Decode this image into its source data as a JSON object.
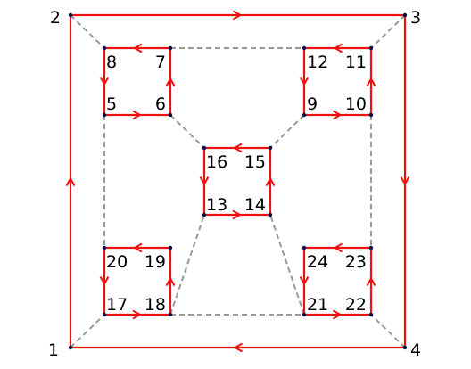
{
  "diagram": {
    "colors": {
      "directed_edge": "#ee1111",
      "dashed_edge": "#999999",
      "vertex": "#0b0b4a",
      "label": "#000000"
    },
    "vertices": [
      {
        "id": "1",
        "label": "1"
      },
      {
        "id": "2",
        "label": "2"
      },
      {
        "id": "3",
        "label": "3"
      },
      {
        "id": "4",
        "label": "4"
      },
      {
        "id": "5",
        "label": "5"
      },
      {
        "id": "6",
        "label": "6"
      },
      {
        "id": "7",
        "label": "7"
      },
      {
        "id": "8",
        "label": "8"
      },
      {
        "id": "9",
        "label": "9"
      },
      {
        "id": "10",
        "label": "10"
      },
      {
        "id": "11",
        "label": "11"
      },
      {
        "id": "12",
        "label": "12"
      },
      {
        "id": "13",
        "label": "13"
      },
      {
        "id": "14",
        "label": "14"
      },
      {
        "id": "15",
        "label": "15"
      },
      {
        "id": "16",
        "label": "16"
      },
      {
        "id": "17",
        "label": "17"
      },
      {
        "id": "18",
        "label": "18"
      },
      {
        "id": "19",
        "label": "19"
      },
      {
        "id": "20",
        "label": "20"
      },
      {
        "id": "21",
        "label": "21"
      },
      {
        "id": "22",
        "label": "22"
      },
      {
        "id": "23",
        "label": "23"
      },
      {
        "id": "24",
        "label": "24"
      }
    ],
    "directed_edges": [
      [
        "2",
        "3"
      ],
      [
        "3",
        "4"
      ],
      [
        "4",
        "1"
      ],
      [
        "1",
        "2"
      ],
      [
        "7",
        "8"
      ],
      [
        "8",
        "5"
      ],
      [
        "5",
        "6"
      ],
      [
        "6",
        "7"
      ],
      [
        "11",
        "12"
      ],
      [
        "12",
        "9"
      ],
      [
        "9",
        "10"
      ],
      [
        "10",
        "11"
      ],
      [
        "15",
        "16"
      ],
      [
        "16",
        "13"
      ],
      [
        "13",
        "14"
      ],
      [
        "14",
        "15"
      ],
      [
        "19",
        "20"
      ],
      [
        "20",
        "17"
      ],
      [
        "17",
        "18"
      ],
      [
        "18",
        "19"
      ],
      [
        "23",
        "24"
      ],
      [
        "24",
        "21"
      ],
      [
        "21",
        "22"
      ],
      [
        "22",
        "23"
      ]
    ],
    "dashed_edges": [
      [
        "2",
        "8"
      ],
      [
        "3",
        "11"
      ],
      [
        "1",
        "17"
      ],
      [
        "4",
        "22"
      ],
      [
        "6",
        "16"
      ],
      [
        "9",
        "15"
      ],
      [
        "18",
        "13"
      ],
      [
        "21",
        "14"
      ],
      [
        "7",
        "12"
      ],
      [
        "5",
        "20"
      ],
      [
        "10",
        "23"
      ],
      [
        "18",
        "21"
      ]
    ]
  }
}
